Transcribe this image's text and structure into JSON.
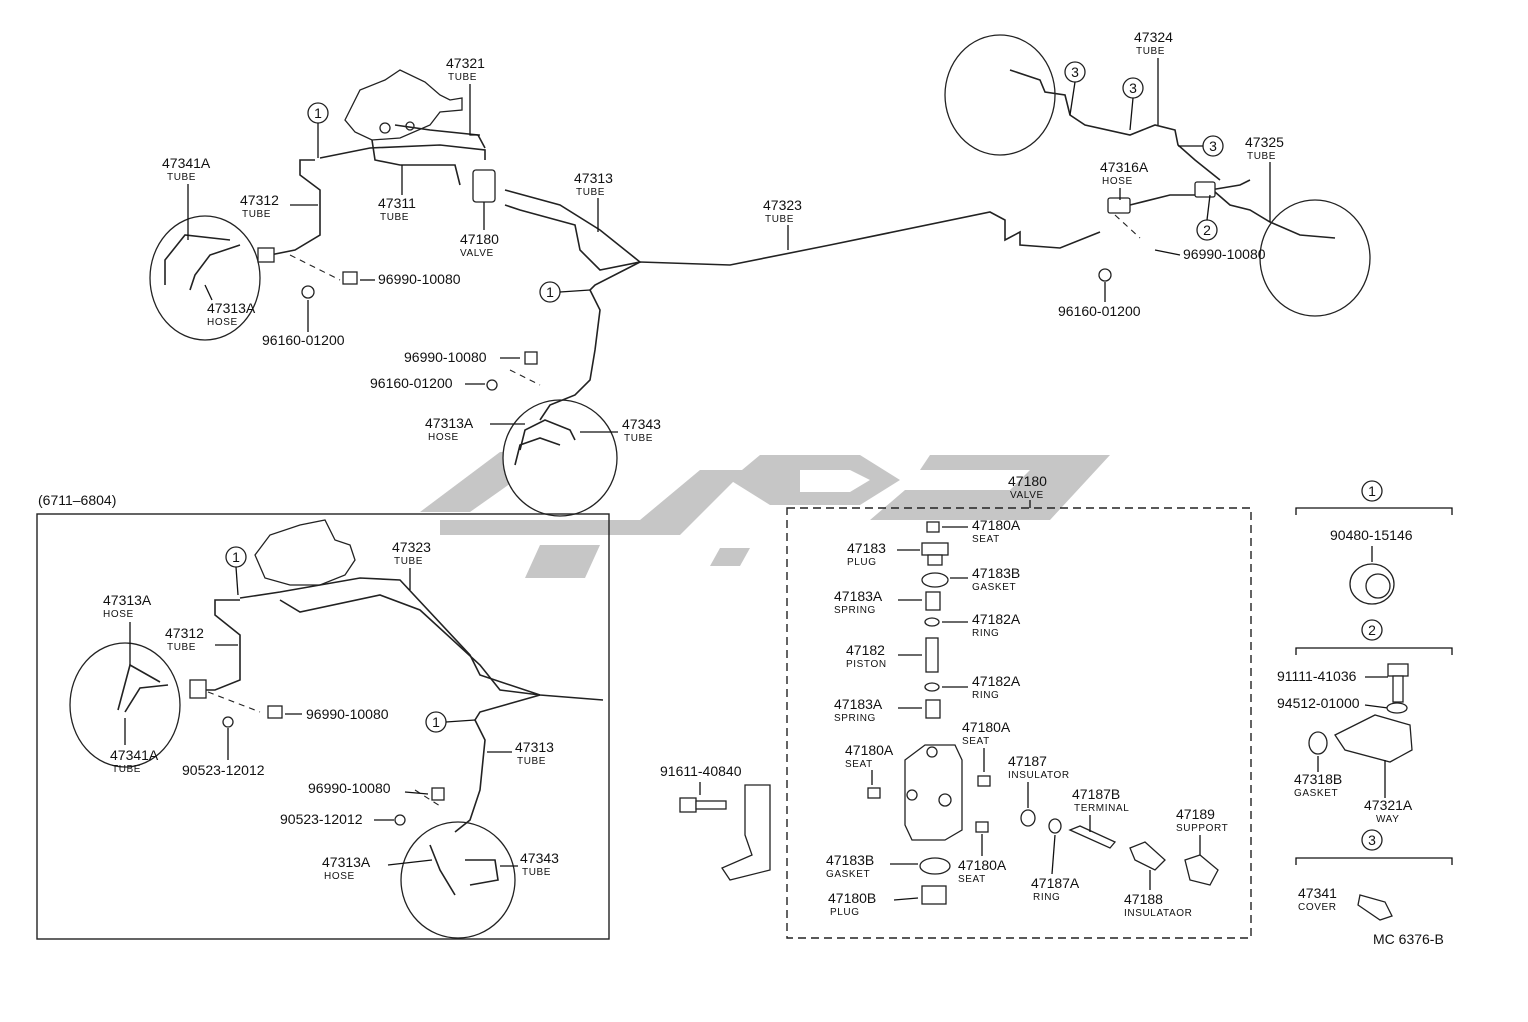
{
  "diagram": {
    "reference": "MC 6376-B",
    "variant_range": "(6711–6804)",
    "watermark_alt": "logo watermark (Persian brand lettering)",
    "labels": {
      "l47321": {
        "num": "47321",
        "sub": "TUBE"
      },
      "l47341A": {
        "num": "47341A",
        "sub": "TUBE"
      },
      "l47312": {
        "num": "47312",
        "sub": "TUBE"
      },
      "l47311": {
        "num": "47311",
        "sub": "TUBE"
      },
      "l47180v": {
        "num": "47180",
        "sub": "VALVE"
      },
      "l47313": {
        "num": "47313",
        "sub": "TUBE"
      },
      "l47323": {
        "num": "47323",
        "sub": "TUBE"
      },
      "l47324": {
        "num": "47324",
        "sub": "TUBE"
      },
      "l47316A": {
        "num": "47316A",
        "sub": "HOSE"
      },
      "l47325": {
        "num": "47325",
        "sub": "TUBE"
      },
      "l47313Ah": {
        "num": "47313A",
        "sub": "HOSE"
      },
      "l96990a": {
        "num": "96990-10080",
        "sub": ""
      },
      "l96160a": {
        "num": "96160-01200",
        "sub": ""
      },
      "l96990b": {
        "num": "96990-10080",
        "sub": ""
      },
      "l96160b": {
        "num": "96160-01200",
        "sub": ""
      },
      "l47313Ab": {
        "num": "47313A",
        "sub": "HOSE"
      },
      "l47343": {
        "num": "47343",
        "sub": "TUBE"
      },
      "l96990c": {
        "num": "96990-10080",
        "sub": ""
      },
      "l96160c": {
        "num": "96160-01200",
        "sub": ""
      },
      "i47313A": {
        "num": "47313A",
        "sub": "HOSE"
      },
      "i47323": {
        "num": "47323",
        "sub": "TUBE"
      },
      "i47312": {
        "num": "47312",
        "sub": "TUBE"
      },
      "i96990a": {
        "num": "96990-10080",
        "sub": ""
      },
      "i47341A": {
        "num": "47341A",
        "sub": "TUBE"
      },
      "i90523a": {
        "num": "90523-12012",
        "sub": ""
      },
      "i47313": {
        "num": "47313",
        "sub": "TUBE"
      },
      "i96990b": {
        "num": "96990-10080",
        "sub": ""
      },
      "i90523b": {
        "num": "90523-12012",
        "sub": ""
      },
      "i47313Ab": {
        "num": "47313A",
        "sub": "HOSE"
      },
      "i47343": {
        "num": "47343",
        "sub": "TUBE"
      },
      "b91611": {
        "num": "91611-40840",
        "sub": ""
      },
      "v47180": {
        "num": "47180",
        "sub": "VALVE"
      },
      "v47180A1": {
        "num": "47180A",
        "sub": "SEAT"
      },
      "v47183": {
        "num": "47183",
        "sub": "PLUG"
      },
      "v47183B1": {
        "num": "47183B",
        "sub": "GASKET"
      },
      "v47183A1": {
        "num": "47183A",
        "sub": "SPRING"
      },
      "v47182A1": {
        "num": "47182A",
        "sub": "RING"
      },
      "v47182": {
        "num": "47182",
        "sub": "PISTON"
      },
      "v47182A2": {
        "num": "47182A",
        "sub": "RING"
      },
      "v47183A2": {
        "num": "47183A",
        "sub": "SPRING"
      },
      "v47180A2": {
        "num": "47180A",
        "sub": "SEAT"
      },
      "v47180A3": {
        "num": "47180A",
        "sub": "SEAT"
      },
      "v47187": {
        "num": "47187",
        "sub": "INSULATOR"
      },
      "v47187B": {
        "num": "47187B",
        "sub": "TERMINAL"
      },
      "v47189": {
        "num": "47189",
        "sub": "SUPPORT"
      },
      "v47183B2": {
        "num": "47183B",
        "sub": "GASKET"
      },
      "v47180A4": {
        "num": "47180A",
        "sub": "SEAT"
      },
      "v47187A": {
        "num": "47187A",
        "sub": "RING"
      },
      "v47188": {
        "num": "47188",
        "sub": "INSULATAOR"
      },
      "v47180B": {
        "num": "47180B",
        "sub": "PLUG"
      },
      "k90480": {
        "num": "90480-15146",
        "sub": ""
      },
      "k91111": {
        "num": "91111-41036",
        "sub": ""
      },
      "k94512": {
        "num": "94512-01000",
        "sub": ""
      },
      "k47318B": {
        "num": "47318B",
        "sub": "GASKET"
      },
      "k47321A": {
        "num": "47321A",
        "sub": "WAY"
      },
      "k47341": {
        "num": "47341",
        "sub": "COVER"
      }
    },
    "callouts": {
      "c1": "1",
      "c2": "1",
      "c3": "3",
      "c4": "3",
      "c5": "3",
      "c6": "2",
      "c7": "1",
      "c8": "1",
      "k1": "1",
      "k2": "2",
      "k3": "3"
    }
  }
}
